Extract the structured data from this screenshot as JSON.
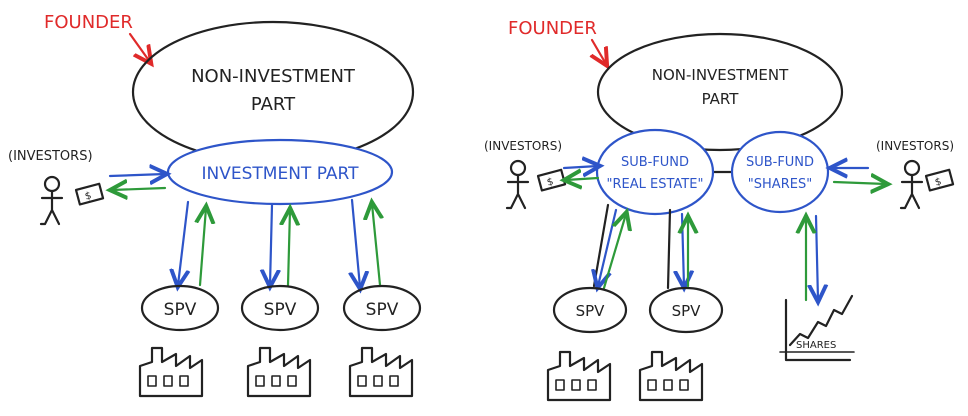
{
  "left": {
    "founder": "FOUNDER",
    "non_investment": [
      "NON-INVESTMENT",
      "PART"
    ],
    "investment": "INVESTMENT PART",
    "investors": "(INVESTORS)",
    "spv": [
      "SPV",
      "SPV",
      "SPV"
    ]
  },
  "right": {
    "founder": "FOUNDER",
    "non_investment": [
      "NON-INVESTMENT",
      "PART"
    ],
    "subfund_re": [
      "SUB-FUND",
      "\"REAL ESTATE\""
    ],
    "subfund_sh": [
      "SUB-FUND",
      "\"SHARES\""
    ],
    "investors_left": "(INVESTORS)",
    "investors_right": "(INVESTORS)",
    "spv": [
      "SPV",
      "SPV"
    ],
    "shares_chart_label": "SHARES"
  },
  "colors": {
    "black": "#222222",
    "blue": "#2e55c9",
    "green": "#2e9a3a",
    "red": "#e02a2a"
  }
}
